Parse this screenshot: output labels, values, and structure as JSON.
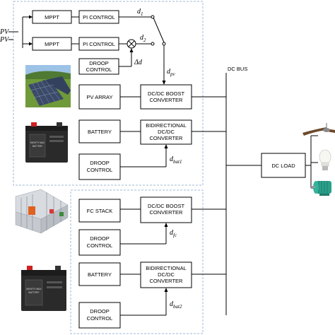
{
  "inputs": {
    "top": "PV",
    "bottom": "PV"
  },
  "blocks": {
    "mppt1": "MPPT",
    "pi1": "PI CONTROL",
    "mppt2": "MPPT",
    "pi2": "PI CONTROL",
    "droop1": [
      "DROOP",
      "CONTROL"
    ],
    "pv_array": "PV ARRAY",
    "boost1": [
      "DC/DC BOOST",
      "CONVERTER"
    ],
    "battery1": "BATTERY",
    "bidir1": [
      "BIDIRECTIONAL",
      "DC/DC",
      "CONVERTER"
    ],
    "droop2": [
      "DROOP",
      "CONTROL"
    ],
    "fc_stack": "FC STACK",
    "boost2": [
      "DC/DC BOOST",
      "CONVERTER"
    ],
    "droop3": [
      "DROOP",
      "CONTROL"
    ],
    "battery2": "BATTERY",
    "bidir2": [
      "BIDIRECTIONAL",
      "DC/DC",
      "CONVERTER"
    ],
    "droop4": [
      "DROOP",
      "CONTROL"
    ],
    "dc_load": "DC LOAD"
  },
  "signals": {
    "d1": {
      "main": "d",
      "sub": "1"
    },
    "d2": {
      "main": "d",
      "sub": "2"
    },
    "delta_d": "Δd",
    "d_pv": {
      "main": "d",
      "sub": "pv"
    },
    "d_bat1": {
      "main": "d",
      "sub": "bat1"
    },
    "d_fc": {
      "main": "d",
      "sub": "fc"
    },
    "d_bat2": {
      "main": "d",
      "sub": "bat2"
    }
  },
  "dc_bus_label": "DC BUS",
  "battery_brand": [
    "MIGHTY MAX",
    "BATTERY"
  ],
  "colors": {
    "border_dashed": "#9fb8d4",
    "pv_panel": "#3c4a6a",
    "sky": "#9cc3e6",
    "grass": "#6f9a3a",
    "battery_body": "#2a2a2a",
    "motor": "#2aa08a",
    "bulb": "#f7f7f2",
    "fan": "#6b4a2c"
  }
}
